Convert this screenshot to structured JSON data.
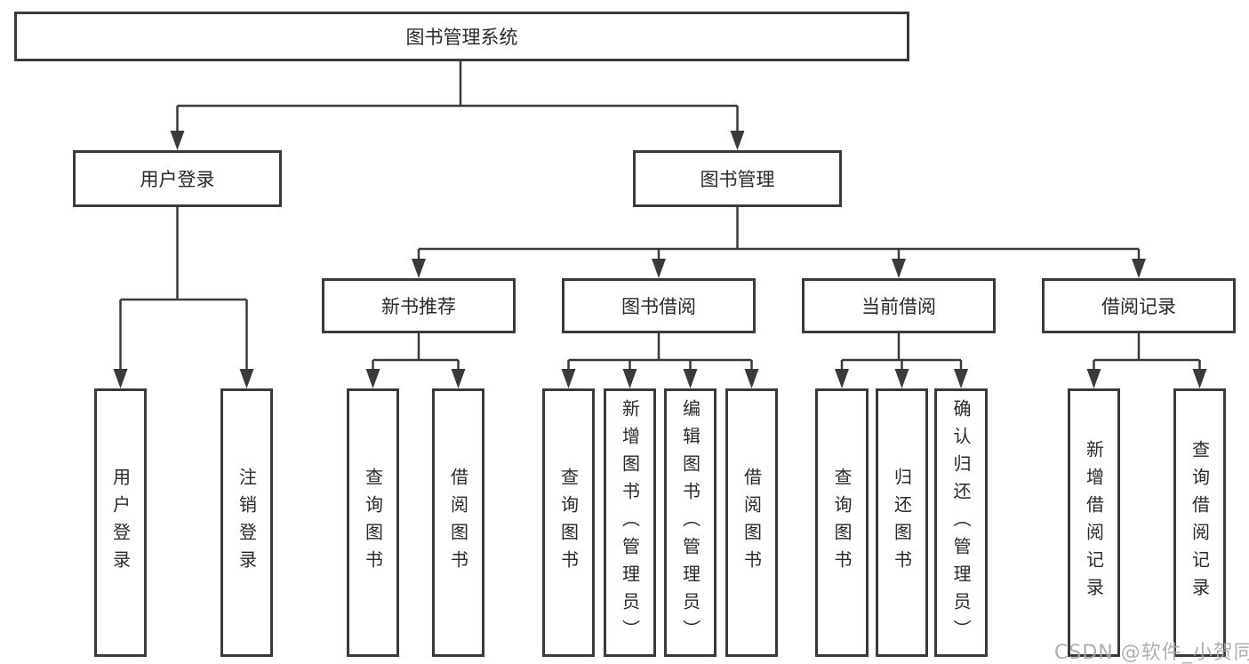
{
  "tree": {
    "label": "图书管理系统",
    "children": [
      {
        "label": "用户登录",
        "children": [
          {
            "label": "用户登录"
          },
          {
            "label": "注销登录"
          }
        ]
      },
      {
        "label": "图书管理",
        "children": [
          {
            "label": "新书推荐",
            "children": [
              {
                "label": "查询图书"
              },
              {
                "label": "借阅图书"
              }
            ]
          },
          {
            "label": "图书借阅",
            "children": [
              {
                "label": "查询图书"
              },
              {
                "label": "新增图书（管理员）"
              },
              {
                "label": "编辑图书（管理员）"
              },
              {
                "label": "借阅图书"
              }
            ]
          },
          {
            "label": "当前借阅",
            "children": [
              {
                "label": "查询图书"
              },
              {
                "label": "归还图书"
              },
              {
                "label": "确认归还（管理员）"
              }
            ]
          },
          {
            "label": "借阅记录",
            "children": [
              {
                "label": "新增借阅记录"
              },
              {
                "label": "查询借阅记录"
              }
            ]
          }
        ]
      }
    ]
  },
  "watermark": {
    "text": "CSDN @软件_小贺同学"
  },
  "colors": {
    "line": "#3a3a3a",
    "box_border": "#3a3a3a",
    "text": "#2a2a2a",
    "watermark": "#a8a8a8",
    "background": "#ffffff"
  }
}
